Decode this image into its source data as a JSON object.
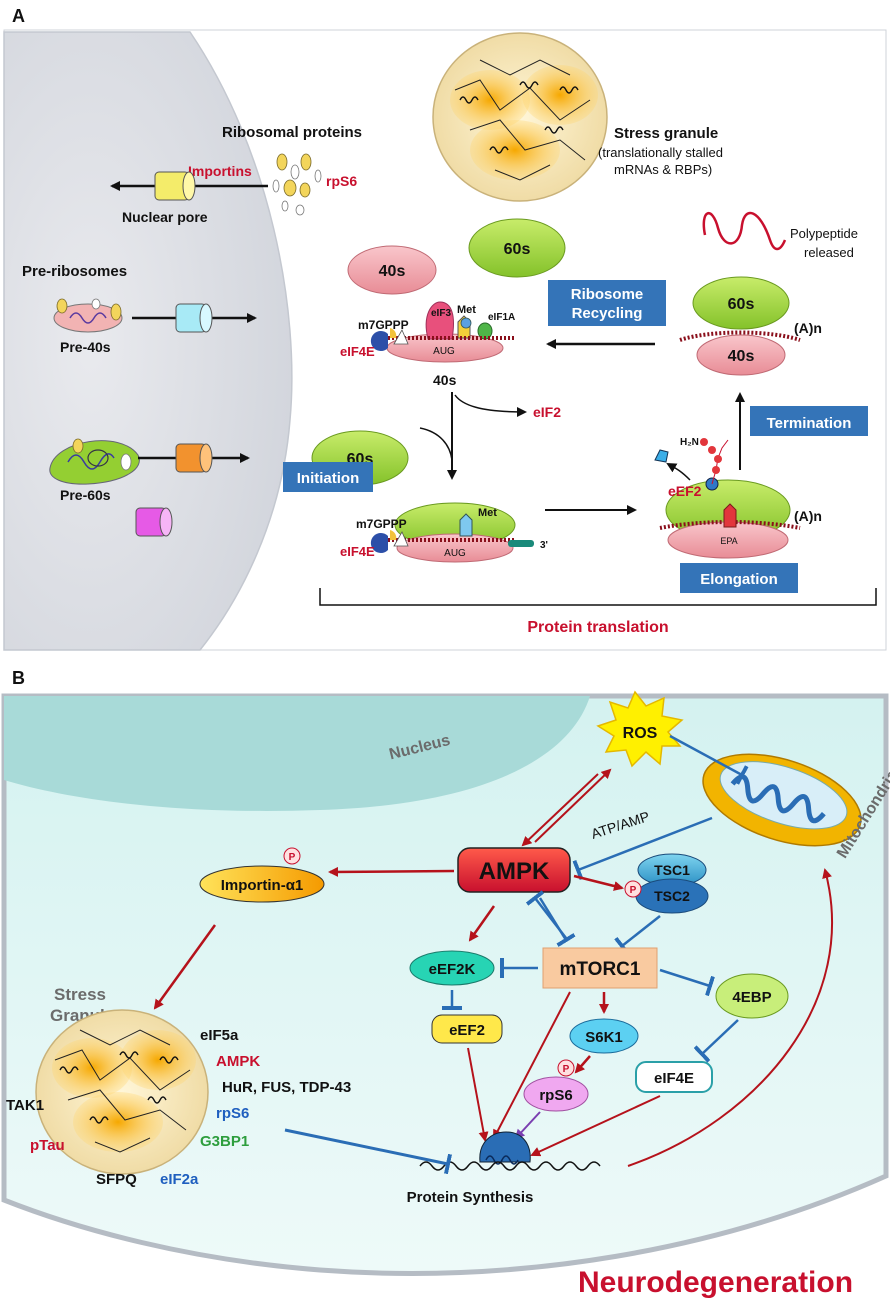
{
  "panel_a": {
    "label": "A",
    "ribosomal_proteins": "Ribosomal proteins",
    "importins": "Importins",
    "rps6": "rpS6",
    "nuclear_pore": "Nuclear pore",
    "pre_ribosomes": "Pre-ribosomes",
    "pre_40s": "Pre-40s",
    "pre_60s": "Pre-60s",
    "stress_granule_title": "Stress granule",
    "stress_granule_sub1": "(translationally stalled",
    "stress_granule_sub2": "mRNAs & RBPs)",
    "s40": "40s",
    "s60": "60s",
    "eif3": "eIF3",
    "met": "Met",
    "eif1a": "eIF1A",
    "m7gppp": "m7GPPP",
    "eif4e": "eIF4E",
    "aug": "AUG",
    "eif2": "eIF2",
    "initiation": "Initiation",
    "ribosome_recycling_1": "Ribosome",
    "ribosome_recycling_2": "Recycling",
    "polypeptide_1": "Polypeptide",
    "polypeptide_2": "released",
    "an": "(A)n",
    "termination": "Termination",
    "h2n": "H₂N",
    "eef2": "eEF2",
    "epa": "EPA",
    "three_prime": "3'",
    "elongation": "Elongation",
    "protein_translation": "Protein translation"
  },
  "panel_b": {
    "label": "B",
    "nucleus": "Nucleus",
    "ros": "ROS",
    "atp_amp": "ATP/AMP",
    "mitochondria": "Mitochondria",
    "ampk": "AMPK",
    "tsc1": "TSC1",
    "tsc2": "TSC2",
    "p": "P",
    "importin": "Importin-α1",
    "eef2k": "eEF2K",
    "mtorc1": "mTORC1",
    "ebp4": "4EBP",
    "stress_1": "Stress",
    "stress_2": "Granule",
    "eif5a": "eIF5a",
    "ampk_sg": "AMPK",
    "hur": "HuR, FUS, TDP-43",
    "tak1": "TAK1",
    "rps6_sg": "rpS6",
    "ptau": "pTau",
    "g3bp1": "G3BP1",
    "sfpq": "SFPQ",
    "eif2a": "eIF2a",
    "eef2": "eEF2",
    "s6k1": "S6K1",
    "rps6": "rpS6",
    "eif4e": "eIF4E",
    "protein_synthesis": "Protein Synthesis",
    "neurodegeneration": "Neurodegeneration"
  },
  "colors": {
    "inhibit_blue": "#2a6db5",
    "activate_red": "#b5121b",
    "label_red": "#c8102e",
    "box_blue": "#3474b8",
    "ribo_40s": "#f0a0a8",
    "ribo_60s": "#9bd13a"
  }
}
